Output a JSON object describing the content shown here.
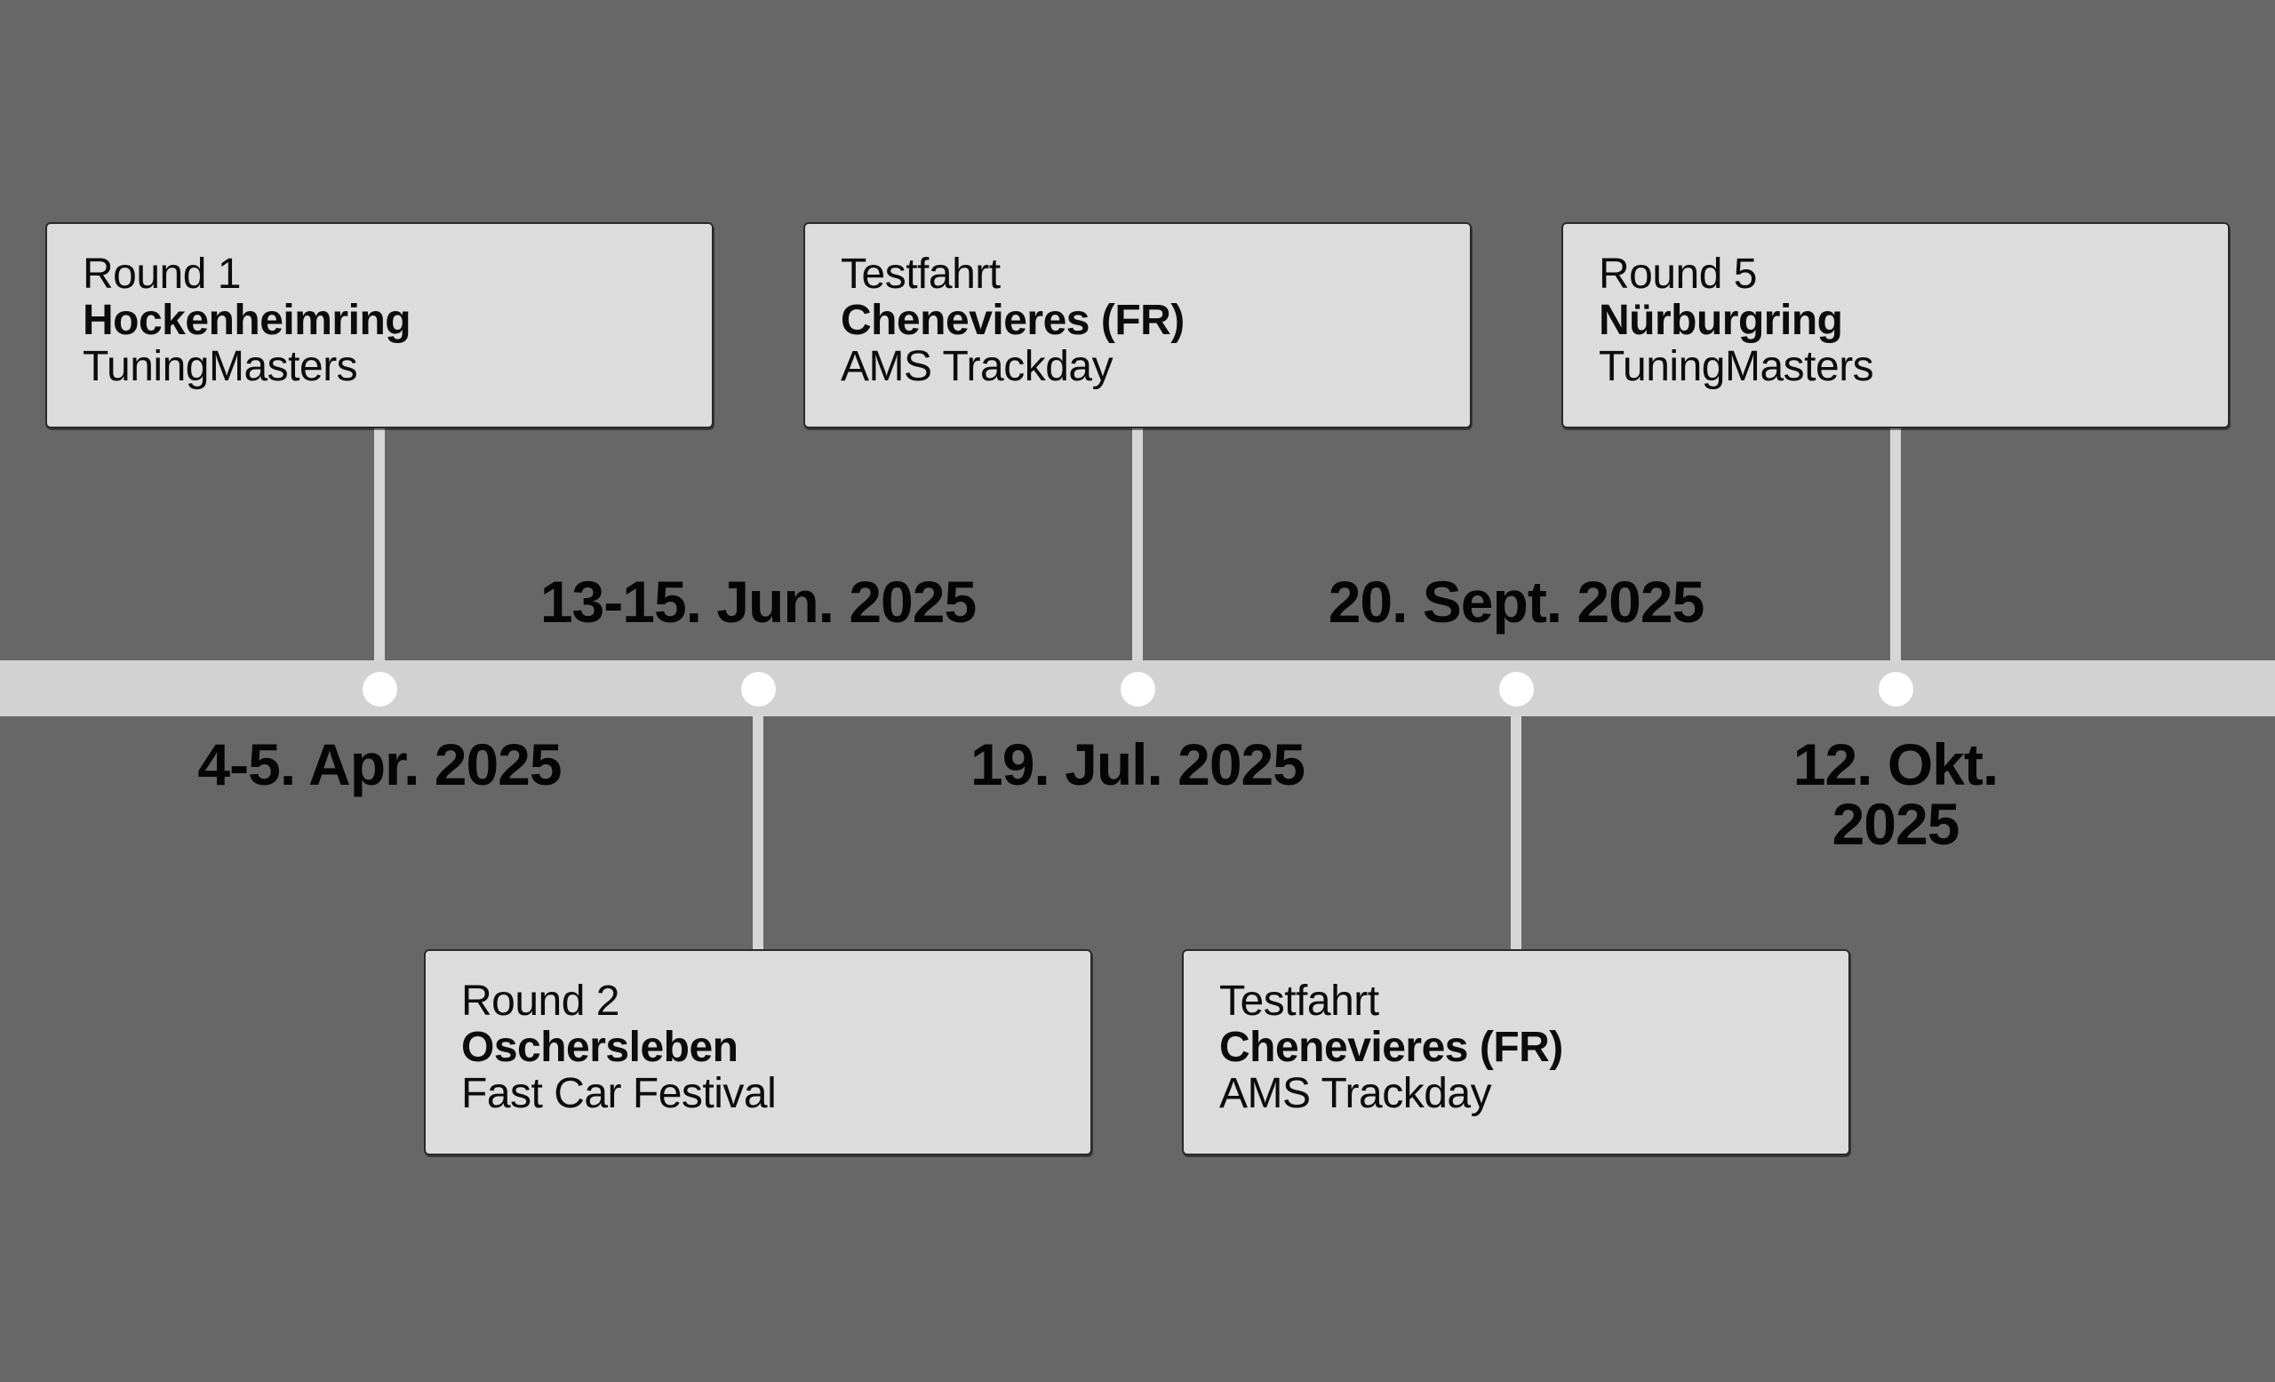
{
  "colors": {
    "background": "#676767",
    "timeline_bar": "#d2d2d2",
    "connector": "#d6d6d6",
    "node_dot": "#ffffff",
    "card_fill": "#dcdcdc",
    "card_border": "#2a2a2a",
    "text": "#0c0c0c"
  },
  "events": [
    {
      "label": "Round 1",
      "venue": "Hockenheimring",
      "series": "TuningMasters",
      "date": "4-5. Apr. 2025"
    },
    {
      "label": "Round 2",
      "venue": "Oschersleben",
      "series": "Fast Car Festival",
      "date": "13-15. Jun. 2025"
    },
    {
      "label": "Testfahrt",
      "venue": "Chenevieres (FR)",
      "series": "AMS Trackday",
      "date": "19. Jul. 2025"
    },
    {
      "label": "Testfahrt",
      "venue": "Chenevieres (FR)",
      "series": "AMS Trackday",
      "date": "20. Sept. 2025"
    },
    {
      "label": "Round 5",
      "venue": "Nürburgring",
      "series": "TuningMasters",
      "date": "12. Okt. 2025"
    }
  ]
}
